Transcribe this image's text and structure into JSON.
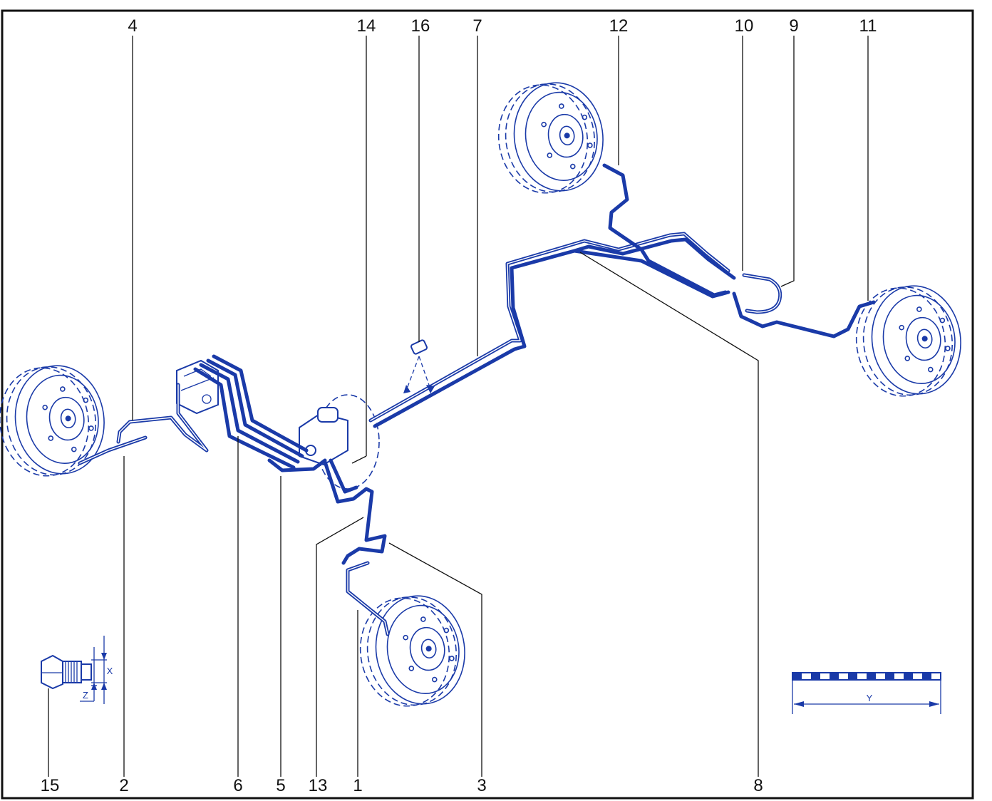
{
  "callouts": [
    {
      "id": "1",
      "label": "1"
    },
    {
      "id": "2",
      "label": "2"
    },
    {
      "id": "3",
      "label": "3"
    },
    {
      "id": "4",
      "label": "4"
    },
    {
      "id": "5",
      "label": "5"
    },
    {
      "id": "6",
      "label": "6"
    },
    {
      "id": "7",
      "label": "7"
    },
    {
      "id": "8",
      "label": "8"
    },
    {
      "id": "9",
      "label": "9"
    },
    {
      "id": "10",
      "label": "10"
    },
    {
      "id": "11",
      "label": "11"
    },
    {
      "id": "12",
      "label": "12"
    },
    {
      "id": "13",
      "label": "13"
    },
    {
      "id": "14",
      "label": "14"
    },
    {
      "id": "15",
      "label": "15"
    },
    {
      "id": "16",
      "label": "16"
    }
  ],
  "dimensions": {
    "x": "X",
    "z": "Z",
    "y": "Y"
  },
  "colors": {
    "line": "#1a3aa8",
    "leader": "#111111",
    "frame": "#111111"
  }
}
